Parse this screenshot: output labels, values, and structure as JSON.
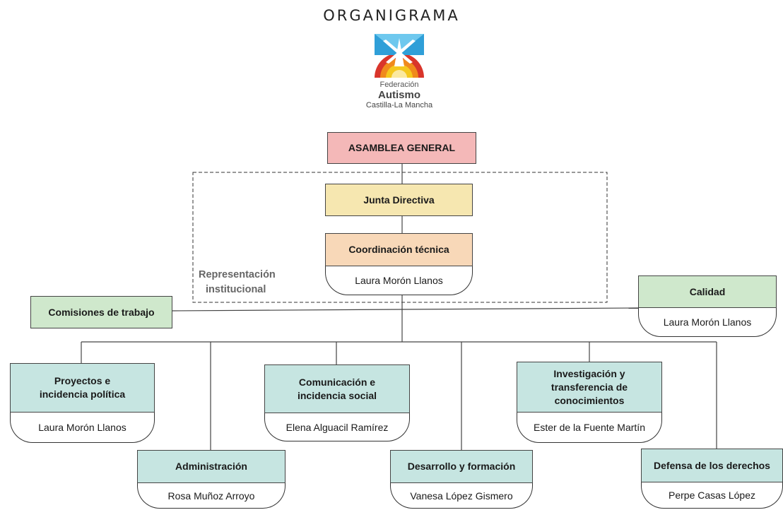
{
  "title": "ORGANIGRAMA",
  "logo": {
    "line1": "Federación",
    "line2": "Autismo",
    "line3": "Castilla-La Mancha"
  },
  "representation_label_1": "Representación",
  "representation_label_2": "institucional",
  "nodes": {
    "asamblea": {
      "label": "ASAMBLEA GENERAL"
    },
    "junta": {
      "label": "Junta Directiva"
    },
    "coordinacion": {
      "label": "Coordinación técnica",
      "person": "Laura Morón Llanos"
    },
    "comisiones": {
      "label": "Comisiones de trabajo"
    },
    "calidad": {
      "label": "Calidad",
      "person": "Laura Morón Llanos"
    },
    "proyectos": {
      "label_1": "Proyectos e",
      "label_2": "incidencia política",
      "person": "Laura Morón Llanos"
    },
    "administracion": {
      "label": "Administración",
      "person": "Rosa Muñoz Arroyo"
    },
    "comunicacion": {
      "label_1": "Comunicación e",
      "label_2": "incidencia social",
      "person": "Elena Alguacil Ramírez"
    },
    "desarrollo": {
      "label": "Desarrollo y formación",
      "person": "Vanesa López Gismero"
    },
    "investigacion": {
      "label_1": "Investigación y",
      "label_2": "transferencia de",
      "label_3": "conocimientos",
      "person": "Ester de la Fuente Martín"
    },
    "defensa": {
      "label": "Defensa de los derechos",
      "person": "Perpe Casas López"
    }
  },
  "colors": {
    "asamblea": "#f4b8b8",
    "junta": "#f6e7b0",
    "coordinacion": "#f8d8b8",
    "green_boxes": "#cfe8cc",
    "teal_boxes": "#c6e5e1"
  }
}
